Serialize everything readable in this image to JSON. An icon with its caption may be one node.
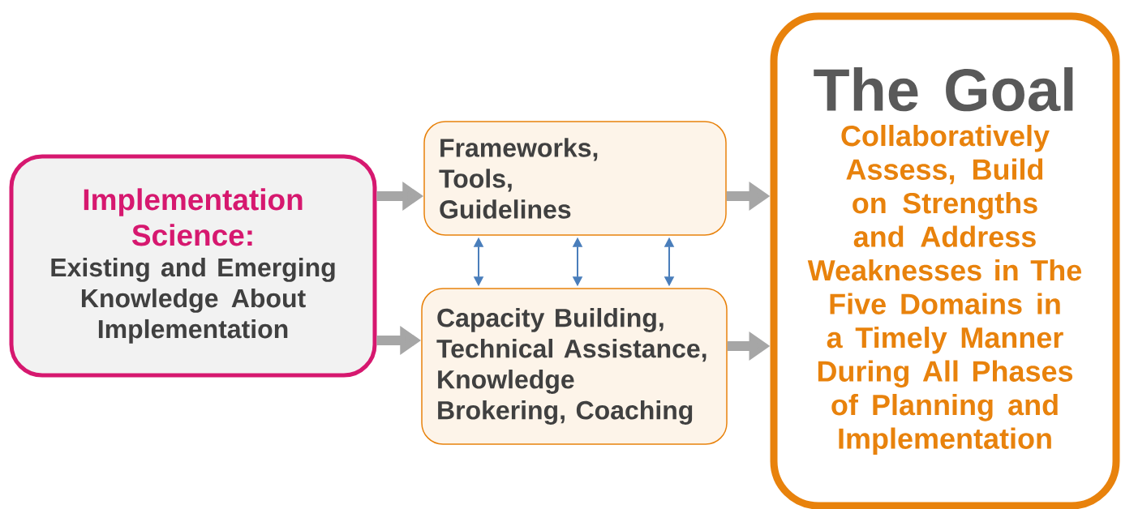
{
  "diagram": {
    "nodes": [
      {
        "text": [
          "Implementation Science:",
          "Existing and Emerging Knowledge About Implementation"
        ]
      },
      {
        "text": [
          "Frameworks, Tools, Guidelines"
        ]
      },
      {
        "text": [
          "Capacity Building, Technical Assistance, Knowledge Brokering, Coaching"
        ]
      },
      {
        "text": [
          "The Goal",
          "Collaboratively Assess, Build on Strengths and Address Weaknesses in The Five Domains in a Timely Manner During All Phases of Planning and Implementation"
        ]
      }
    ],
    "edges": [
      {
        "from": 0,
        "to": 1,
        "arrow": "to",
        "color": "#a6a6a6"
      },
      {
        "from": 0,
        "to": 2,
        "arrow": "to",
        "color": "#a6a6a6"
      },
      {
        "from": 1,
        "to": 3,
        "arrow": "to",
        "color": "#a6a6a6"
      },
      {
        "from": 2,
        "to": 3,
        "arrow": "to",
        "color": "#a6a6a6"
      },
      {
        "from": 1,
        "to": 2,
        "arrow": "both",
        "color": "#4a7ebb"
      },
      {
        "from": 1,
        "to": 2,
        "arrow": "both",
        "color": "#4a7ebb"
      },
      {
        "from": 1,
        "to": 2,
        "arrow": "both",
        "color": "#4a7ebb"
      }
    ]
  }
}
